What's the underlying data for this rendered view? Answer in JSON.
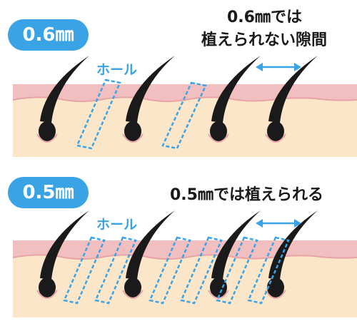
{
  "panels": [
    {
      "badge": "0.6㎜",
      "caption_lines": [
        "0.6㎜では",
        "植えられない隙間"
      ],
      "hole_label": "ホール"
    },
    {
      "badge": "0.5㎜",
      "caption_lines": [
        "0.5㎜では植えられる"
      ],
      "hole_label": "ホール"
    }
  ],
  "colors": {
    "accent": "#3aa3e6",
    "skin_top": "#f1bfc0",
    "skin_top_dark": "#e8a3a6",
    "skin_body": "#fbe6c9",
    "hair": "#1a1a1a"
  }
}
